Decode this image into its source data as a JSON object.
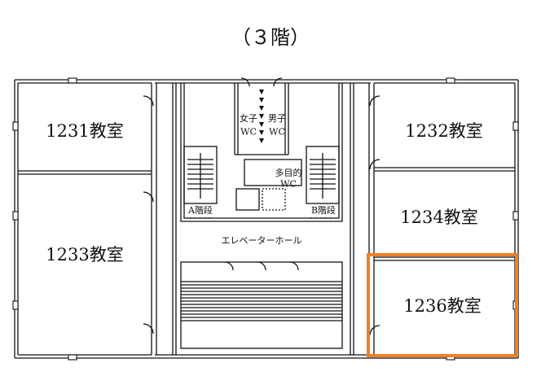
{
  "title": "（３階）",
  "rooms": {
    "r1231": "1231教室",
    "r1232": "1232教室",
    "r1233": "1233教室",
    "r1234": "1234教室",
    "r1236": "1236教室"
  },
  "labels": {
    "womens_wc_top": "女子",
    "womens_wc_bottom": "WC",
    "mens_wc_top": "男子",
    "mens_wc_bottom": "WC",
    "multi_wc_top": "多目的",
    "multi_wc_bottom": "WC",
    "stairs_a": "A階段",
    "stairs_b": "B階段",
    "elevator_hall": "エレベーターホール"
  },
  "colors": {
    "wall": "#111111",
    "highlight": "#f07f24",
    "background": "#ffffff"
  },
  "highlighted_room": "1236教室"
}
